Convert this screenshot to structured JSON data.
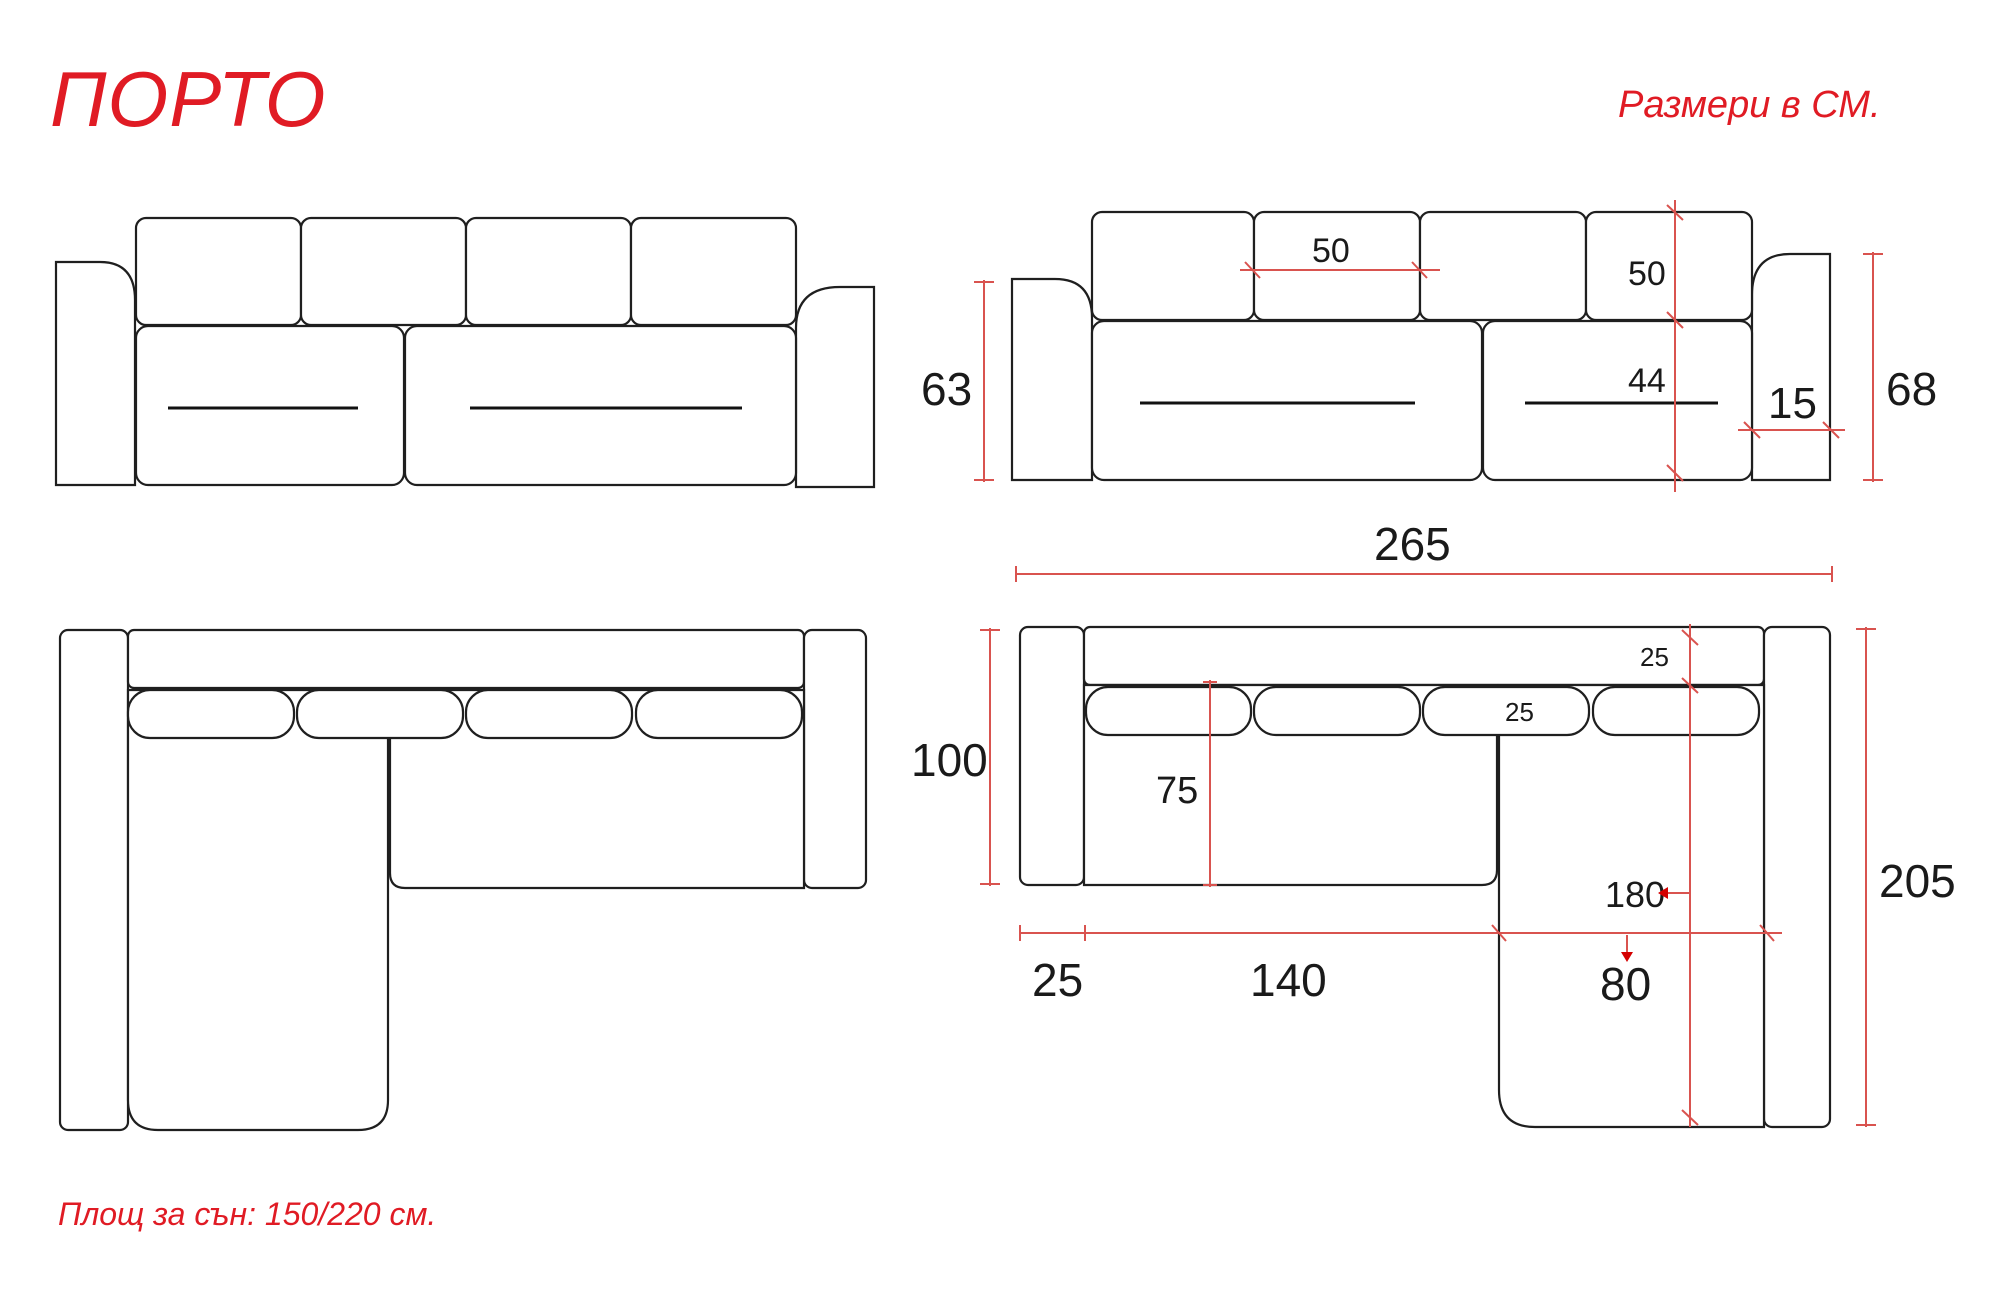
{
  "title": "ПОРТО",
  "units_note": "Размери в СМ.",
  "sleep_area": "Площ за сън: 150/220 см.",
  "colors": {
    "accent": "#e01b24",
    "dimension_line": "#d9534f",
    "outline": "#1f1f1f"
  },
  "dimensions": {
    "cushion_width": "50",
    "cushion_height": "50",
    "seat_height": "44",
    "armrest_width": "15",
    "front_height_left": "63",
    "front_height_right": "68",
    "total_width": "265",
    "depth": "100",
    "seat_depth": "75",
    "back_depth": "25",
    "cushion_depth": "25",
    "chaise_length": "180",
    "total_length": "205",
    "arm_width": "25",
    "sofa_width": "140",
    "chaise_width": "80"
  }
}
